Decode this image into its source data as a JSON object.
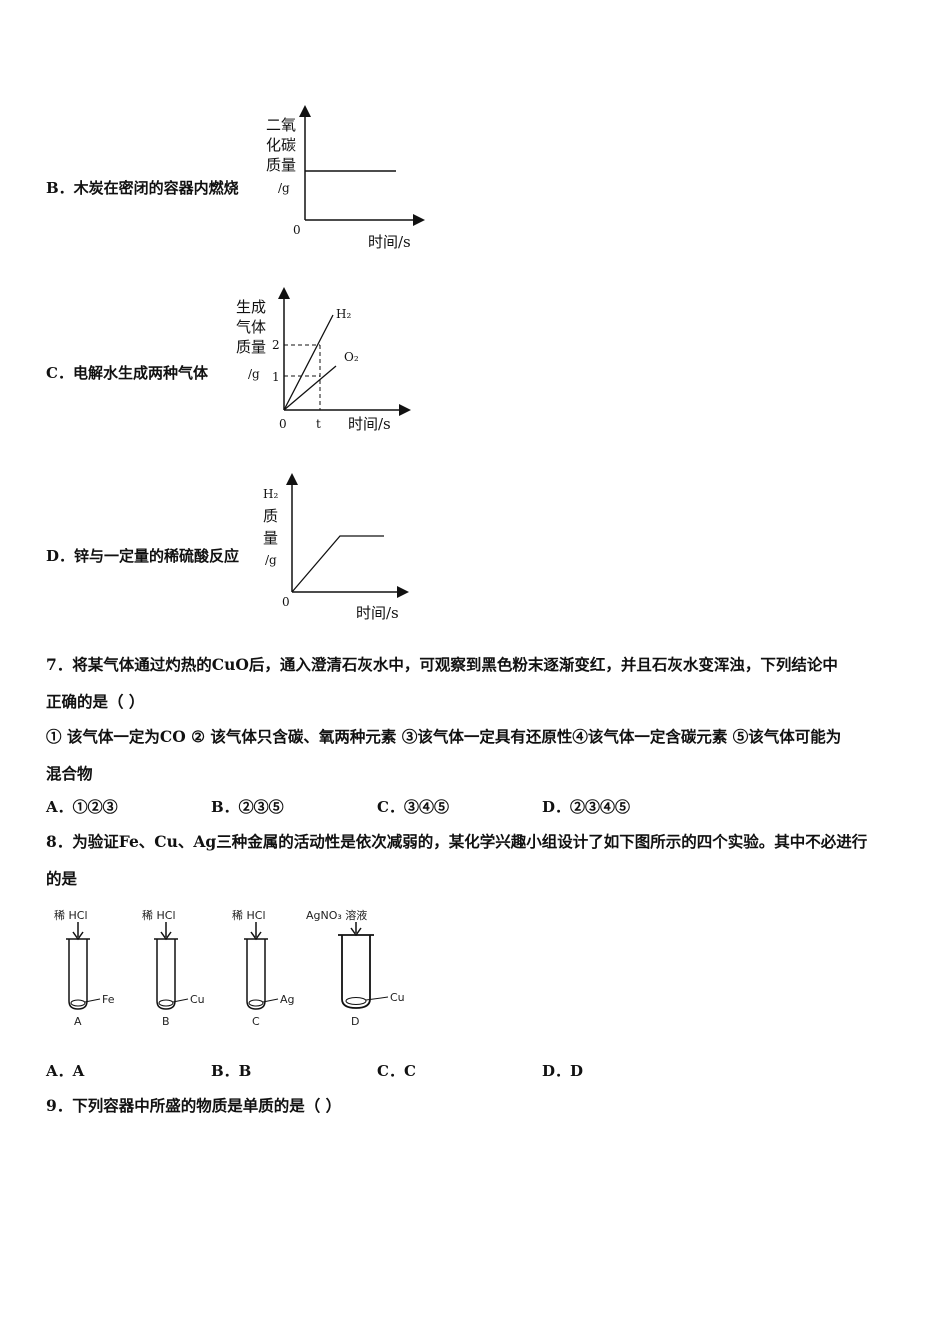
{
  "optionB": {
    "label": "B．木炭在密闭的容器内燃烧",
    "y_label_lines": [
      "二氧",
      "化碳",
      "质量",
      "/g"
    ],
    "origin": "0",
    "x_label": "时间/s"
  },
  "optionC": {
    "label": "C．电解水生成两种气体",
    "y_label_lines": [
      "生成",
      "气体",
      "质量",
      "/g"
    ],
    "tick_2": "2",
    "tick_1": "1",
    "origin": "0",
    "tick_t": "t",
    "x_label": "时间/s",
    "series": [
      "H₂",
      "O₂"
    ]
  },
  "optionD": {
    "label": "D．锌与一定量的稀硫酸反应",
    "y_label_lines": [
      "H₂",
      "质",
      "量",
      "/g"
    ],
    "origin": "0",
    "x_label": "时间/s"
  },
  "q7": {
    "line1": "7．将某气体通过灼热的CuO后，通入澄清石灰水中，可观察到黑色粉末逐渐变红，并且石灰水变浑浊，下列结论中",
    "line2": "正确的是（    ）",
    "line3": "① 该气体一定为CO  ② 该气体只含碳、氧两种元素  ③该气体一定具有还原性④该气体一定含碳元素  ⑤该气体可能为",
    "line4": "混合物",
    "choices": [
      "A．①②③",
      "B．②③⑤",
      "C．③④⑤",
      "D．②③④⑤"
    ]
  },
  "q8": {
    "line1": "8．为验证Fe、Cu、Ag三种金属的活动性是依次减弱的，某化学兴趣小组设计了如下图所示的四个实验。其中不必进行",
    "line2": "的是",
    "tubes": [
      {
        "reagent": "稀 HCl",
        "metal": "Fe",
        "letter": "A"
      },
      {
        "reagent": "稀 HCl",
        "metal": "Cu",
        "letter": "B"
      },
      {
        "reagent": "稀 HCl",
        "metal": "Ag",
        "letter": "C"
      },
      {
        "reagent": "AgNO₃ 溶液",
        "metal": "Cu",
        "letter": "D"
      }
    ],
    "choices": [
      "A．A",
      "B．B",
      "C．C",
      "D．D"
    ]
  },
  "q9": {
    "line1": "9．下列容器中所盛的物质是单质的是（       ）"
  }
}
